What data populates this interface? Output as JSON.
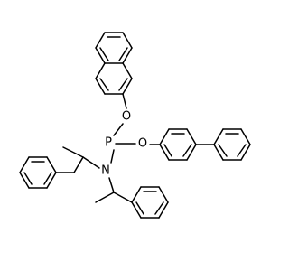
{
  "molecule": {
    "atoms": {
      "phosphorus": "P",
      "nitrogen": "N",
      "oxygen_upper": "O",
      "oxygen_right": "O"
    },
    "colors": {
      "bond": "#000000",
      "label": "#000000",
      "background": "#ffffff"
    }
  }
}
